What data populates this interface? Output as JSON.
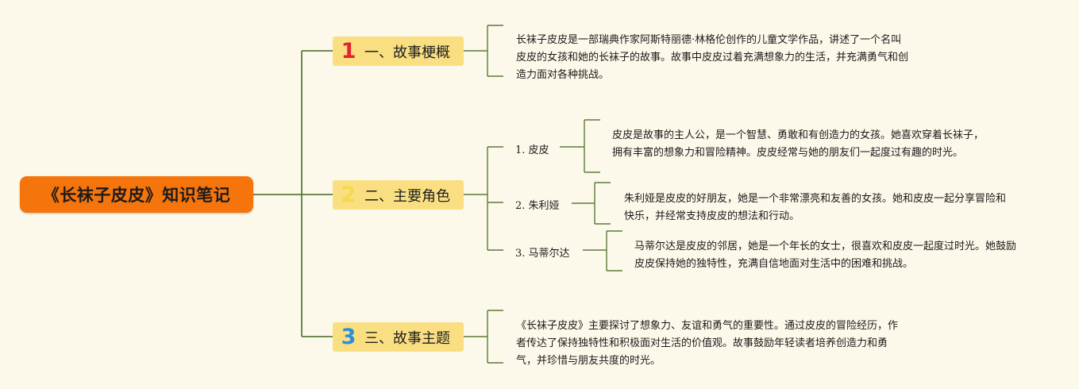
{
  "root": {
    "title": "《长袜子皮皮》知识笔记"
  },
  "branches": [
    {
      "number": "1",
      "label": "一、故事梗概",
      "number_color": "#e4242c"
    },
    {
      "number": "2",
      "label": "二、主要角色",
      "number_color": "#f6d84a"
    },
    {
      "number": "3",
      "label": "三、故事主题",
      "number_color": "#2e8fd6"
    }
  ],
  "summary": {
    "text": "长袜子皮皮是一部瑞典作家阿斯特丽德·林格伦创作的儿童文学作品，讲述了一个名叫皮皮的女孩和她的长袜子的故事。故事中皮皮过着充满想象力的生活，并充满勇气和创造力面对各种挑战。"
  },
  "characters": [
    {
      "label": "1. 皮皮",
      "description": "皮皮是故事的主人公，是一个智慧、勇敢和有创造力的女孩。她喜欢穿着长袜子，拥有丰富的想象力和冒险精神。皮皮经常与她的朋友们一起度过有趣的时光。"
    },
    {
      "label": "2. 朱利娅",
      "description": "朱利娅是皮皮的好朋友，她是一个非常漂亮和友善的女孩。她和皮皮一起分享冒险和快乐，并经常支持皮皮的想法和行动。"
    },
    {
      "label": "3. 马蒂尔达",
      "description": "马蒂尔达是皮皮的邻居，她是一个年长的女士，很喜欢和皮皮一起度过时光。她鼓励皮皮保持她的独特性，充满自信地面对生活中的困难和挑战。"
    }
  ],
  "theme": {
    "text": "《长袜子皮皮》主要探讨了想象力、友谊和勇气的重要性。通过皮皮的冒险经历，作者传达了保持独特性和积极面对生活的价值观。故事鼓励年轻读者培养创造力和勇气，并珍惜与朋友共度的时光。"
  },
  "colors": {
    "background": "#fdf9ea",
    "root_fill": "#f5740b",
    "branch_fill": "#f9df82",
    "connector": "#5b7b3a"
  }
}
